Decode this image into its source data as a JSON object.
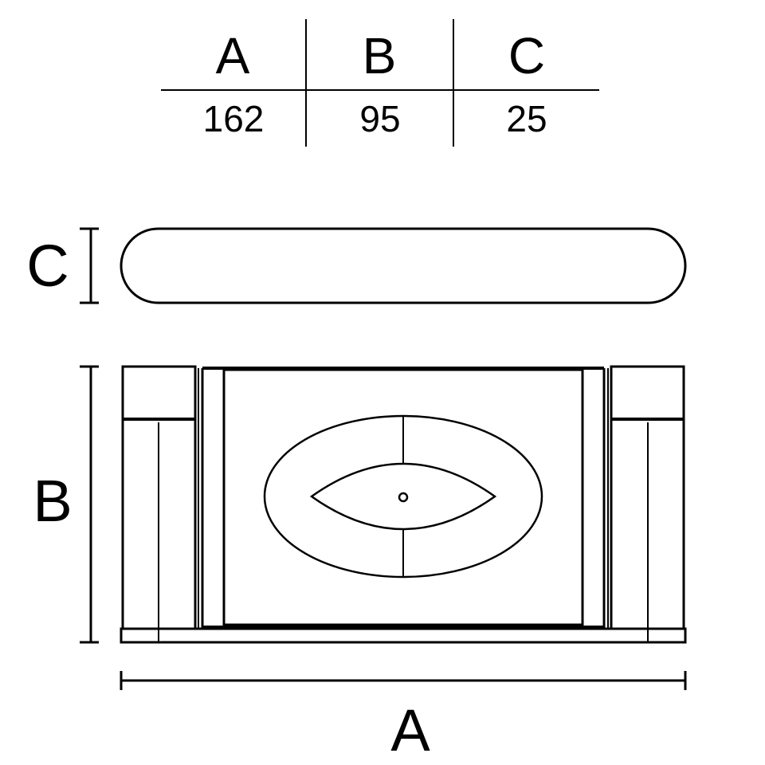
{
  "colors": {
    "line": "#000000",
    "background": "#ffffff"
  },
  "dimension_table": {
    "headers": [
      "A",
      "B",
      "C"
    ],
    "values": [
      "162",
      "95",
      "25"
    ]
  },
  "labels": {
    "width": "A",
    "height": "B",
    "depth": "C"
  }
}
